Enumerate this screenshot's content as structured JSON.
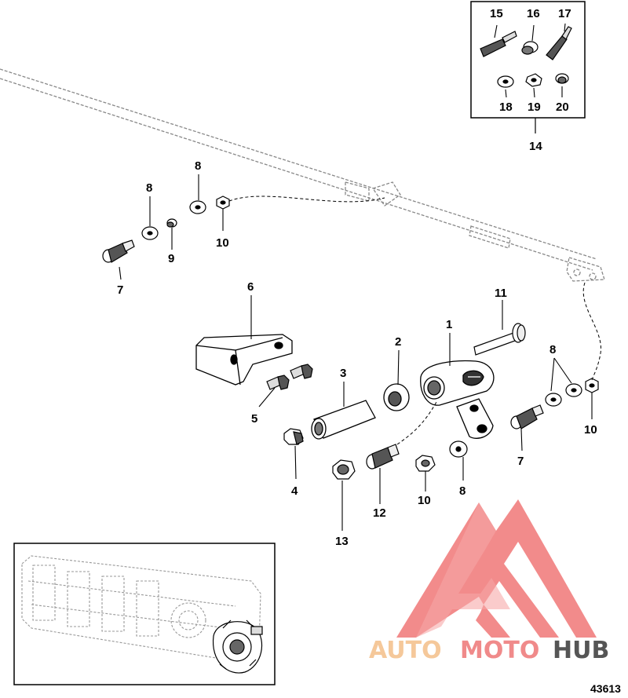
{
  "callouts": {
    "c1": "1",
    "c2": "2",
    "c3": "3",
    "c4": "4",
    "c5": "5",
    "c6": "6",
    "c7a": "7",
    "c7b": "7",
    "c8a": "8",
    "c8b": "8",
    "c8c": "8",
    "c8d": "8",
    "c9": "9",
    "c10a": "10",
    "c10b": "10",
    "c10c": "10",
    "c11": "11",
    "c12": "12",
    "c13": "13",
    "c14": "14",
    "c15": "15",
    "c16": "16",
    "c17": "17",
    "c18": "18",
    "c19": "19",
    "c20": "20"
  },
  "figure_number": "43613",
  "watermark": {
    "part1": "AUTO",
    "part2": "MOTO",
    "part3": "HUB",
    "colors": {
      "auto": "#f5c89a",
      "moto": "#f08a8a",
      "hub": "#555555",
      "logo": "#ef6b6b"
    }
  }
}
